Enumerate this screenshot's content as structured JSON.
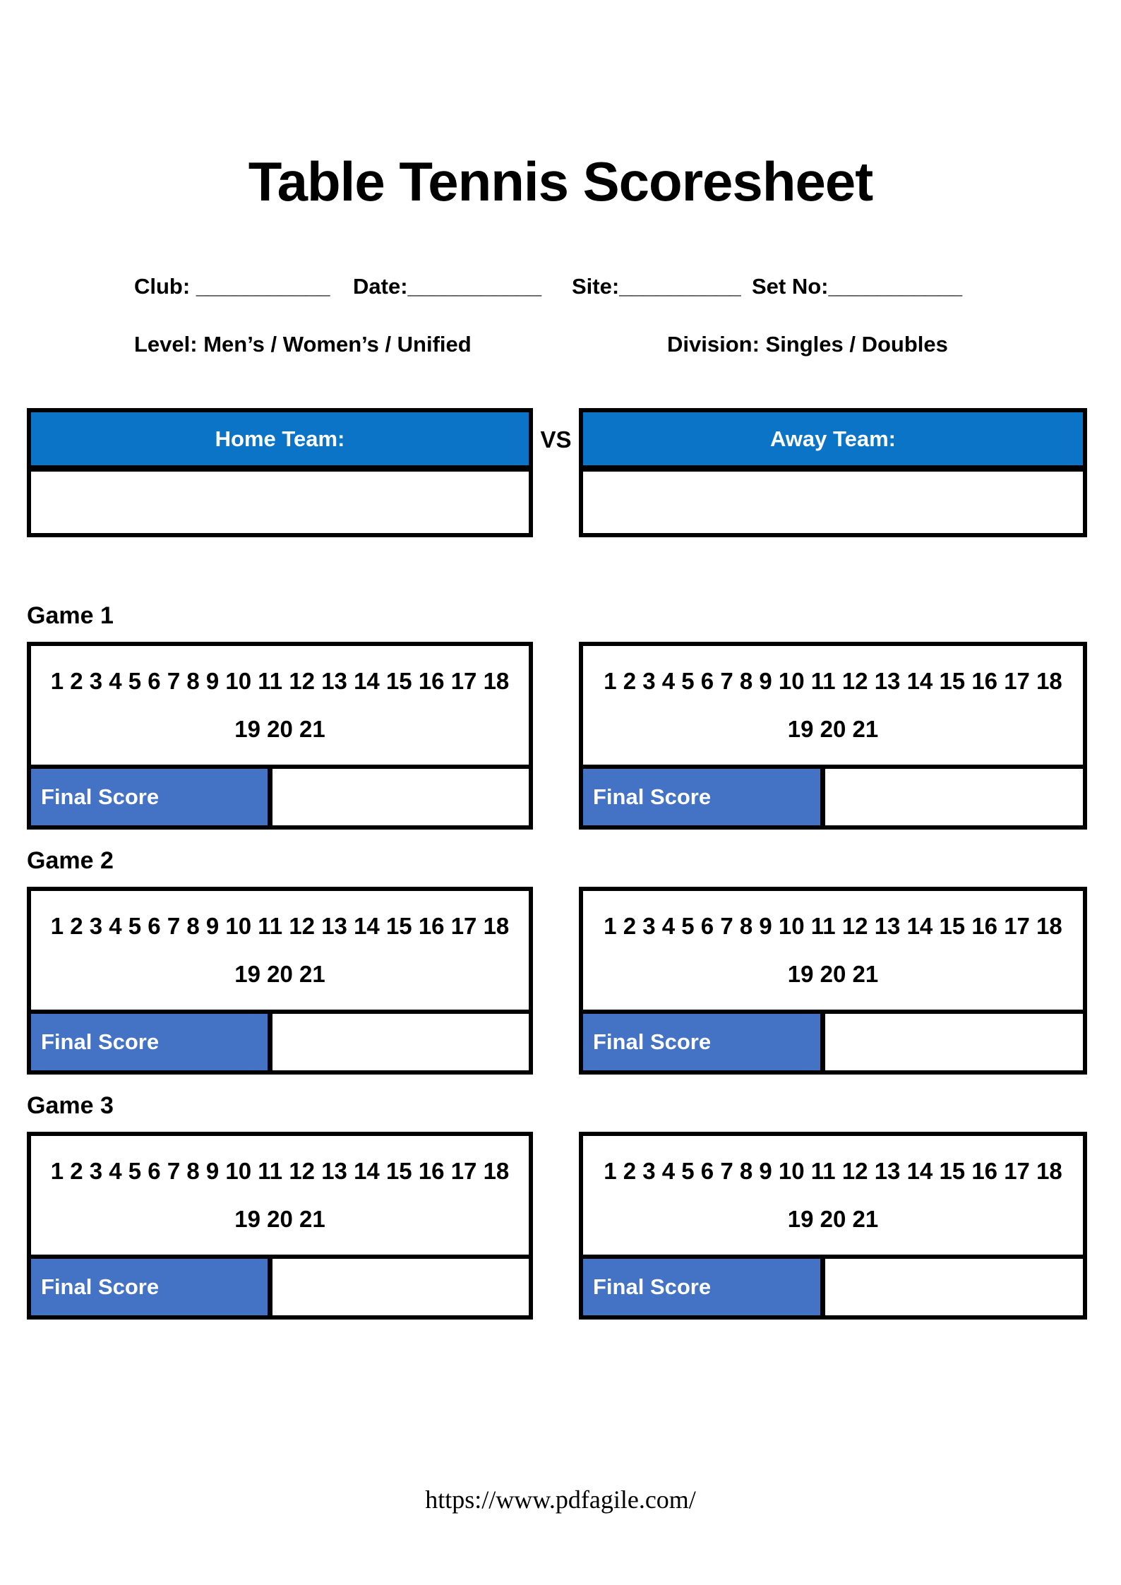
{
  "title": "Table Tennis Scoresheet",
  "meta": {
    "club_label": "Club:",
    "club_blank": " ___________",
    "date_label": "Date:",
    "date_blank": "___________",
    "site_label": "Site:",
    "site_blank": "__________",
    "set_no_label": "Set No:",
    "set_no_blank": "___________",
    "level_text": "Level: Men’s / Women’s / Unified",
    "division_text": "Division: Singles / Doubles"
  },
  "teams": {
    "home_header": "Home Team:",
    "vs_label": "VS",
    "away_header": "Away Team:",
    "home_name": "",
    "away_name": ""
  },
  "games": [
    {
      "label": "Game 1"
    },
    {
      "label": "Game 2"
    },
    {
      "label": "Game 3"
    }
  ],
  "score_grid": {
    "row1": "1 2 3 4 5 6 7 8 9 10 11 12 13 14 15 16 17 18",
    "row2": "19 20 21",
    "final_score_label": "Final Score",
    "final_score_value": ""
  },
  "footer": {
    "url": "https://www.pdfagile.com/"
  },
  "colors": {
    "header_blue": "#0B74C6",
    "accent_blue": "#4472C4"
  }
}
